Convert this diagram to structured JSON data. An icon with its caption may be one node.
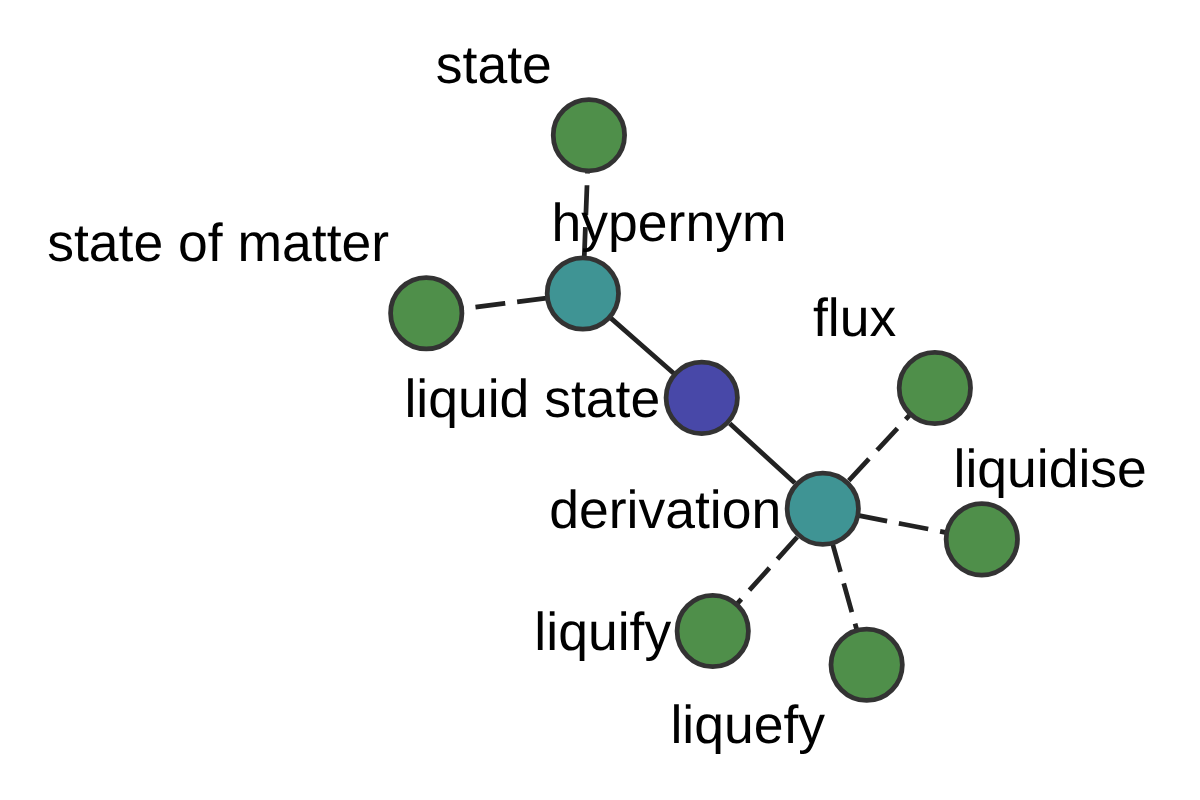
{
  "diagram": {
    "nodes": [
      {
        "text": [
          "state of matter"
        ]
      },
      {
        "text": [
          "state"
        ]
      },
      {
        "text": [
          "hypernym"
        ]
      },
      {
        "text": [
          "liquid state"
        ]
      },
      {
        "text": [
          "flux"
        ]
      },
      {
        "text": [
          "derivation"
        ]
      },
      {
        "text": [
          "liquify"
        ]
      },
      {
        "text": [
          "liquidise"
        ]
      },
      {
        "text": [
          "liquefy"
        ]
      }
    ],
    "edges": [
      {
        "from": 3,
        "to": 2,
        "arrow": "none"
      },
      {
        "from": 2,
        "to": 0,
        "arrow": "none",
        "style": "dashed"
      },
      {
        "from": 2,
        "to": 1,
        "arrow": "none",
        "style": "dashed"
      },
      {
        "from": 3,
        "to": 5,
        "arrow": "none"
      },
      {
        "from": 5,
        "to": 4,
        "arrow": "none",
        "style": "dashed"
      },
      {
        "from": 5,
        "to": 6,
        "arrow": "none",
        "style": "dashed"
      },
      {
        "from": 5,
        "to": 7,
        "arrow": "none",
        "style": "dashed"
      },
      {
        "from": 5,
        "to": 8,
        "arrow": "none",
        "style": "dashed"
      }
    ]
  }
}
